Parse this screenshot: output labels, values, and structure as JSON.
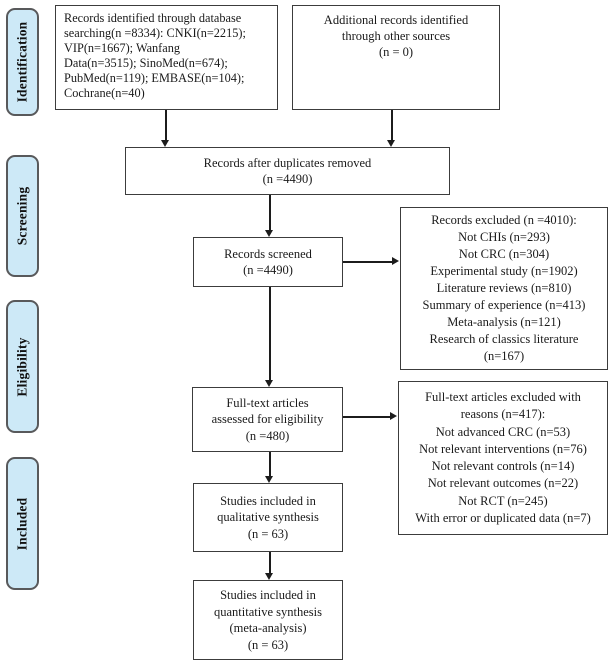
{
  "diagram_type": "prisma-flow",
  "stages": [
    {
      "label": "Identification"
    },
    {
      "label": "Screening"
    },
    {
      "label": "Eligibility"
    },
    {
      "label": "Included"
    }
  ],
  "boxes": {
    "identified_database": {
      "lines": [
        "Records identified through database",
        "searching(n =8334): CNKI(n=2215);",
        "VIP(n=1667); Wanfang",
        "Data(n=3515); SinoMed(n=674);",
        "PubMed(n=119); EMBASE(n=104);",
        "Cochrane(n=40)"
      ]
    },
    "identified_other": {
      "lines": [
        "Additional records identified",
        "through other sources",
        "(n = 0)"
      ]
    },
    "duplicates_removed": {
      "lines": [
        "Records after duplicates removed",
        "(n =4490)"
      ]
    },
    "records_screened": {
      "lines": [
        "Records screened",
        "(n =4490)"
      ]
    },
    "records_excluded": {
      "lines": [
        "Records excluded (n =4010):",
        "Not CHIs (n=293)",
        "Not CRC (n=304)",
        "Experimental study (n=1902)",
        "Literature reviews (n=810)",
        "Summary of experience (n=413)",
        "Meta-analysis (n=121)",
        "Research of classics literature",
        "(n=167)"
      ]
    },
    "fulltext_assessed": {
      "lines": [
        "Full-text articles",
        "assessed for eligibility",
        "(n =480)"
      ]
    },
    "fulltext_excluded": {
      "lines": [
        "Full-text articles excluded with",
        "reasons (n=417):",
        "Not advanced CRC (n=53)",
        "Not relevant interventions (n=76)",
        "Not relevant controls (n=14)",
        "Not relevant outcomes (n=22)",
        "Not RCT (n=245)",
        "With error or duplicated data (n=7)"
      ]
    },
    "qualitative_included": {
      "lines": [
        "Studies included in",
        "qualitative synthesis",
        "(n = 63)"
      ]
    },
    "quantitative_included": {
      "lines": [
        "Studies included in",
        "quantitative synthesis",
        "(meta-analysis)",
        "(n = 63)"
      ]
    }
  },
  "colors": {
    "stage_fill": "#cde9f7",
    "stage_border": "#58595b",
    "box_border": "#3c3c3c",
    "arrow": "#1c1c1c",
    "text": "#1a1a1a"
  }
}
